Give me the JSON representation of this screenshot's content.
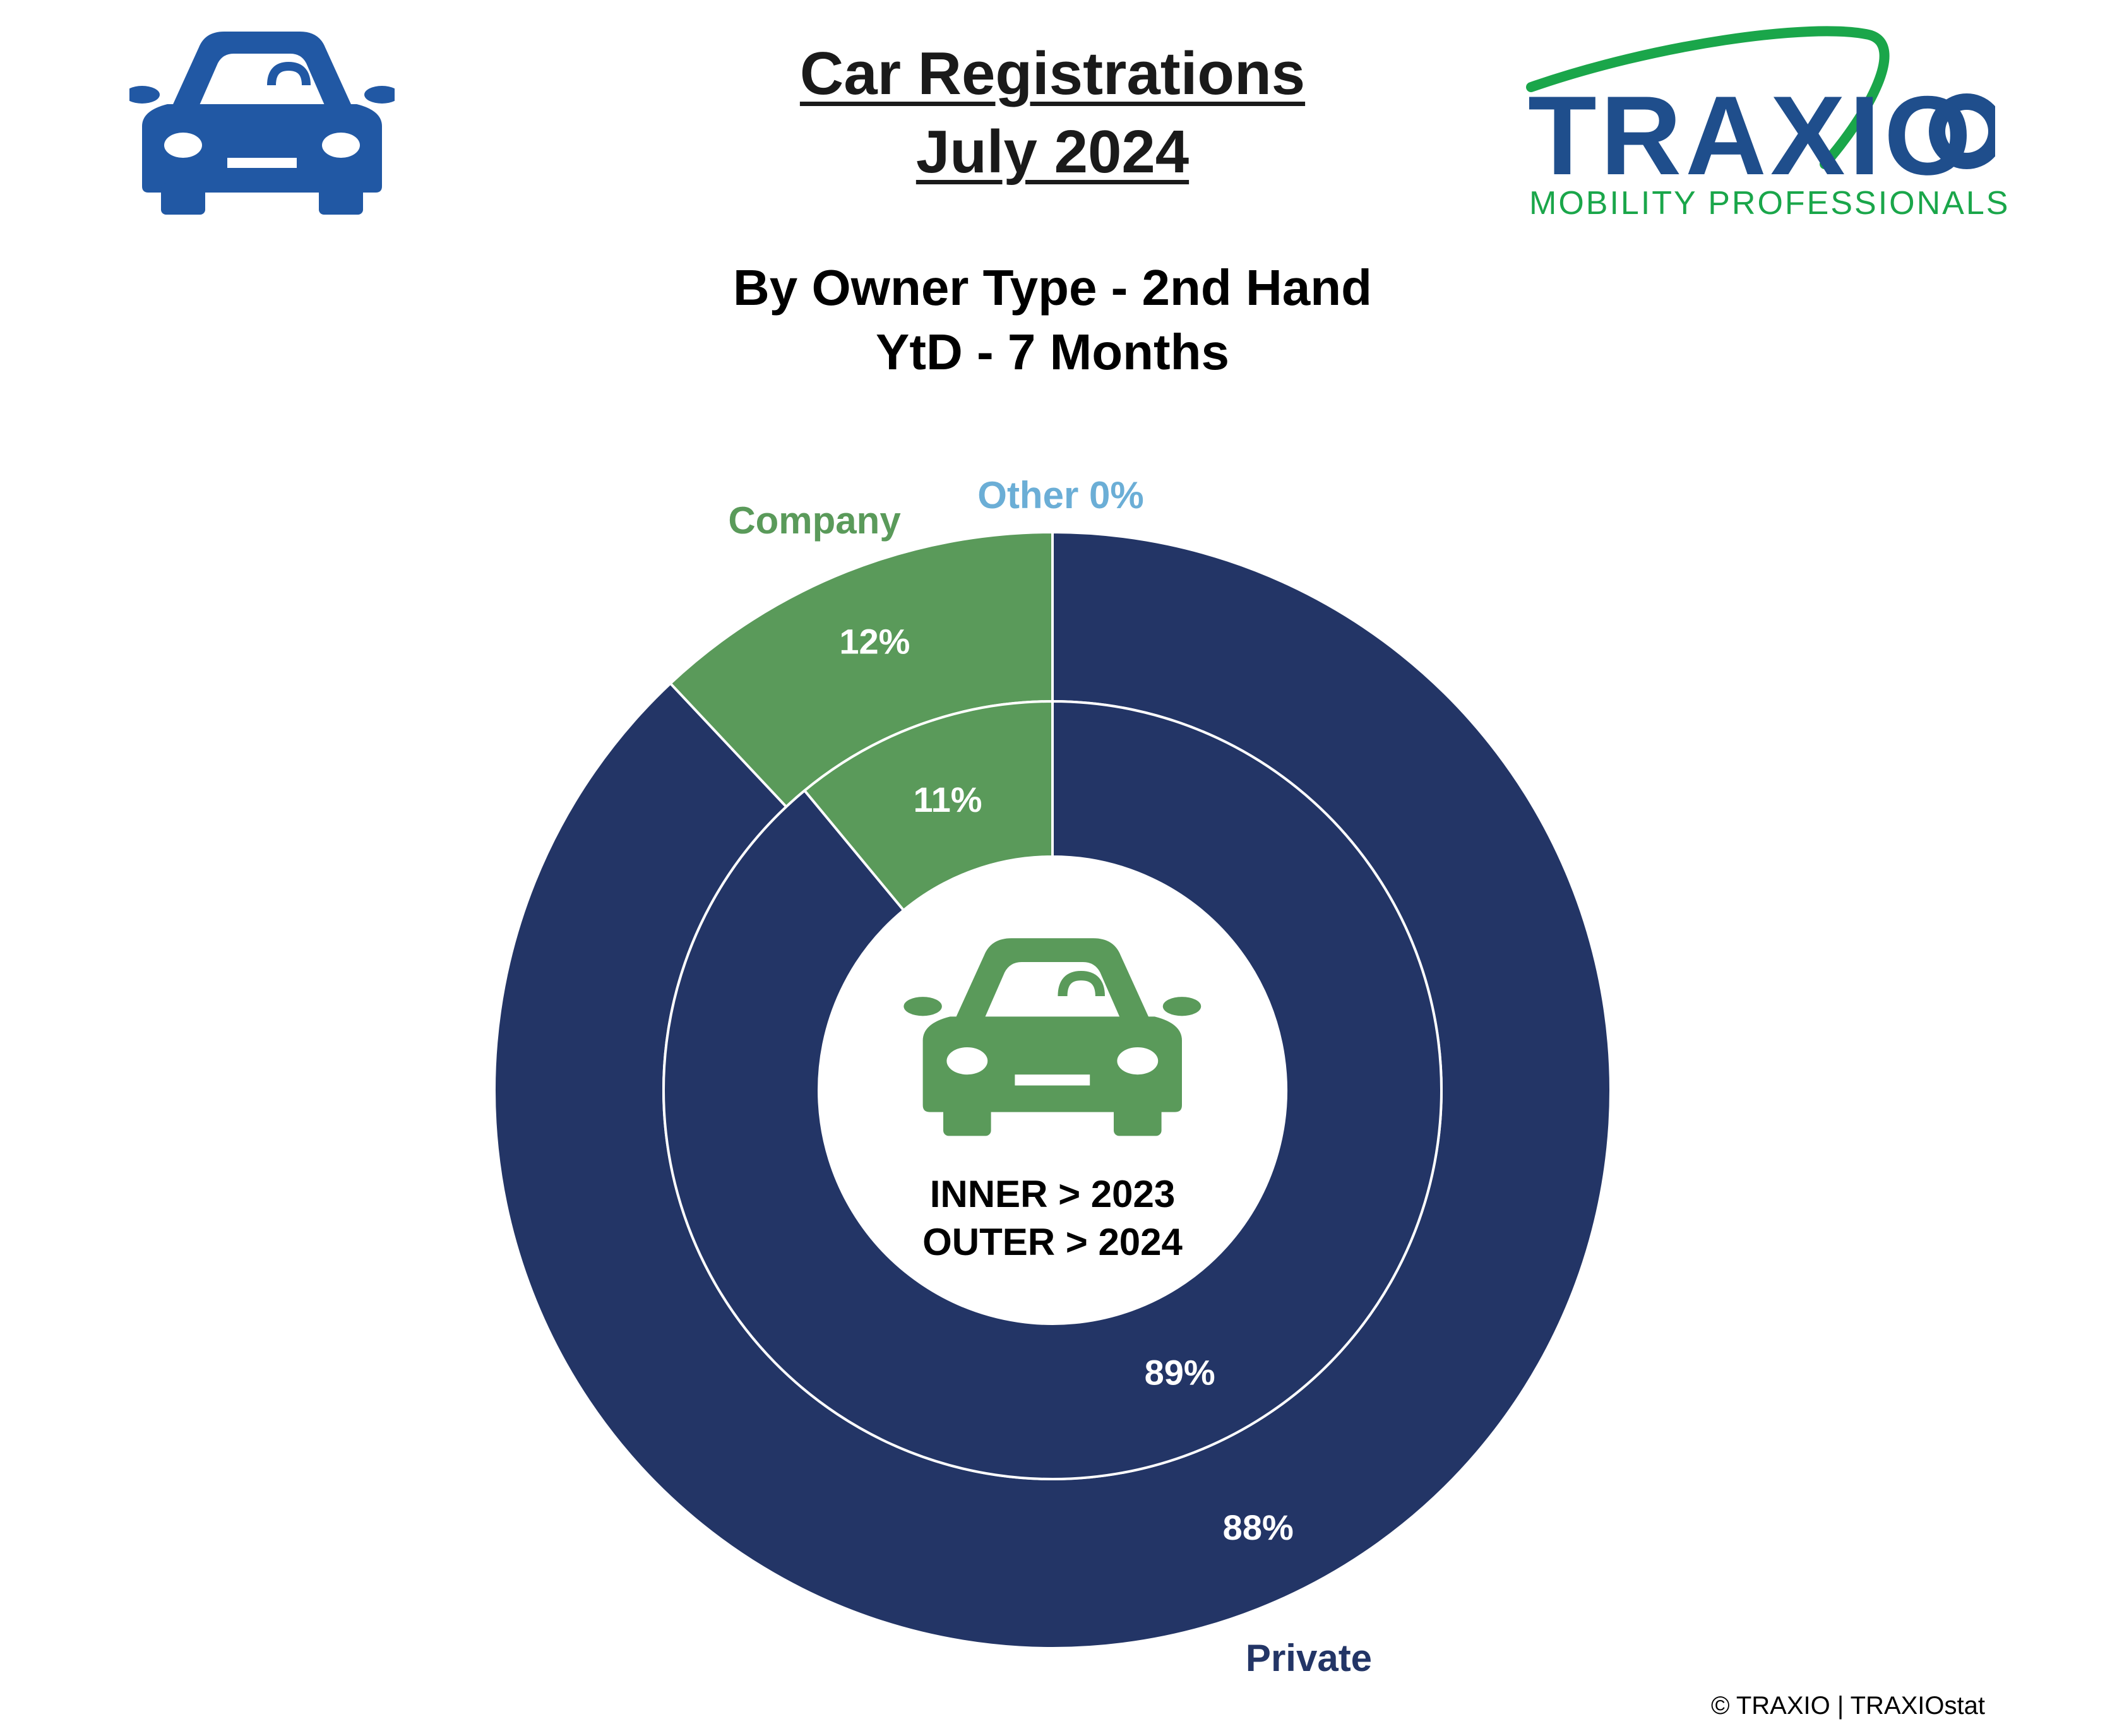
{
  "header": {
    "title_line1": "Car Registrations",
    "title_line2": "July 2024",
    "subtitle_line1": "By Owner Type - 2nd Hand",
    "subtitle_line2": "YtD - 7 Months"
  },
  "brand": {
    "wordmark": "TRAXIO",
    "tagline": "MOBILITY PROFESSIONALS",
    "wordmark_color": "#1f4e8c",
    "accent_color": "#1aa64a"
  },
  "icons": {
    "top_left": "car-icon",
    "center": "car-icon",
    "top_left_color": "#2158a4",
    "center_color": "#5a9a5a"
  },
  "chart_data": {
    "type": "pie",
    "variant": "nested-donut",
    "categories": [
      "Other",
      "Company",
      "Private"
    ],
    "colors": {
      "Other": "#6baed6",
      "Company": "#5a9a5a",
      "Private": "#233566"
    },
    "series": [
      {
        "name": "2023",
        "ring": "inner",
        "values": [
          0,
          11,
          89
        ],
        "labels": [
          "",
          "11%",
          "89%"
        ]
      },
      {
        "name": "2024",
        "ring": "outer",
        "values": [
          0,
          12,
          88
        ],
        "labels": [
          "Other 0%",
          "12%",
          "88%"
        ]
      }
    ],
    "category_labels": {
      "Other": "Other 0%",
      "Company": "Company",
      "Private": "Private"
    },
    "center_text": [
      "INNER > 2023",
      "OUTER > 2024"
    ]
  },
  "footer": {
    "credit": "© TRAXIO | TRAXIOstat"
  }
}
